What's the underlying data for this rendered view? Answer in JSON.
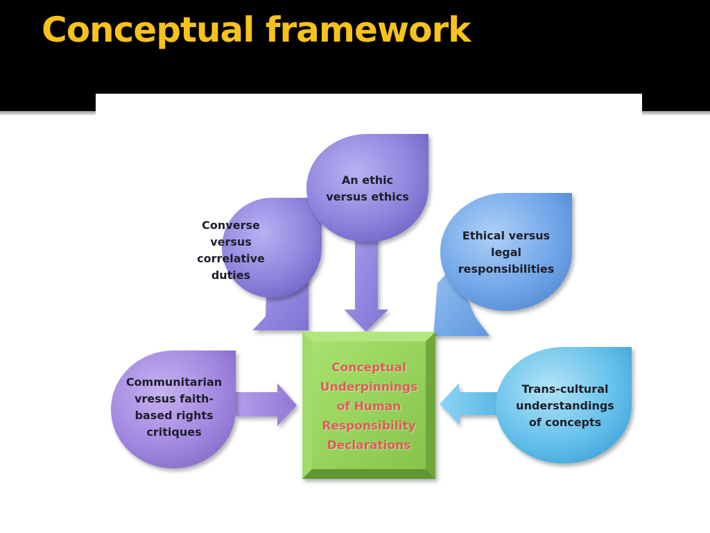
{
  "slide": {
    "title": "Conceptual framework"
  },
  "diagram": {
    "center": {
      "label": "Conceptual\nUnderpinnings\nof Human\nResponsibility\nDeclarations"
    },
    "nodes": [
      {
        "id": "ethic",
        "label": "An ethic\nversus ethics"
      },
      {
        "id": "converse",
        "label": "Converse\nversus\ncorrelative\nduties"
      },
      {
        "id": "ethical-legal",
        "label": "Ethical versus\nlegal\nresponsibilities"
      },
      {
        "id": "communitarian",
        "label": "Communitarian\nvresus faith-\nbased rights\ncritiques"
      },
      {
        "id": "transcultural",
        "label": "Trans-cultural\nunderstandings\nof concepts"
      }
    ],
    "colors": {
      "purple": "#8f86e0",
      "violet": "#a48ae0",
      "blue": "#6fa7ea",
      "cyan": "#62c1ea",
      "center": "#93d35a"
    }
  }
}
